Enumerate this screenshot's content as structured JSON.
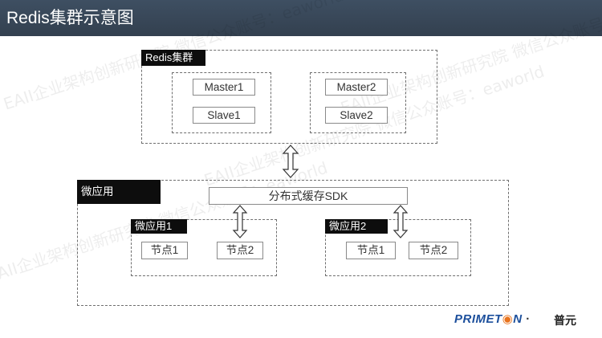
{
  "title": "Redis集群示意图",
  "watermark": "EAII企业架构创新研究院  微信公众账号：eaworld",
  "redis_cluster": {
    "label": "Redis集群",
    "groups": [
      {
        "master": "Master1",
        "slave": "Slave1"
      },
      {
        "master": "Master2",
        "slave": "Slave2"
      }
    ]
  },
  "micro_app": {
    "label": "微应用",
    "sdk": "分布式缓存SDK",
    "apps": [
      {
        "label": "微应用1",
        "nodes": [
          "节点1",
          "节点2"
        ]
      },
      {
        "label": "微应用2",
        "nodes": [
          "节点1",
          "节点2"
        ]
      }
    ]
  },
  "logo": {
    "brand_pre": "PRIMET",
    "brand_post": "N",
    "brand_sep": "·",
    "cn": "普元"
  },
  "colors": {
    "title_bar": "#3a4859",
    "logo_blue": "#1c4f9c",
    "logo_orange": "#e8731e"
  }
}
